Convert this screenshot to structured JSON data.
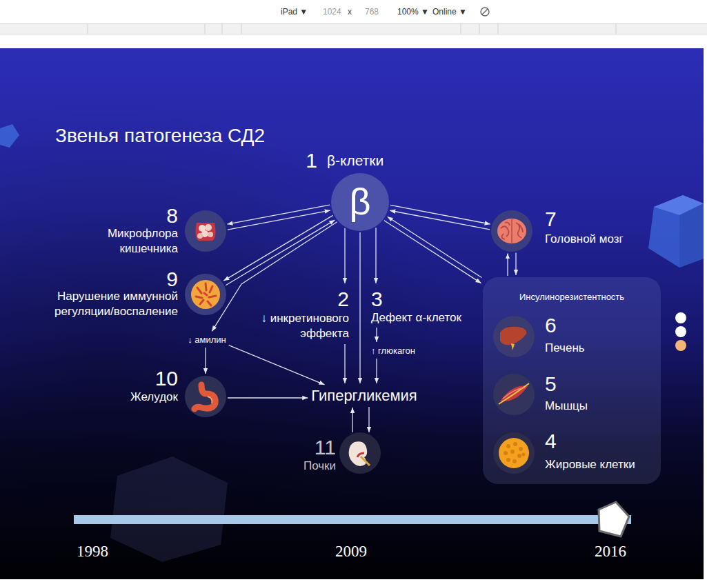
{
  "diagram": {
    "title": "Звенья патогенеза СД2",
    "nodes": [
      {
        "text": [
          "1",
          "β-клетки",
          "β"
        ]
      },
      {
        "text": [
          "8",
          "Микрофлора кишечника"
        ]
      },
      {
        "text": [
          "7",
          "Головной мозг"
        ]
      },
      {
        "text": [
          "9",
          "Нарушение иммунной регуляции/воспаление"
        ]
      },
      {
        "text": [
          "2",
          "↓ инкретинового эффекта"
        ]
      },
      {
        "text": [
          "3",
          "Дефект α-клеток"
        ]
      },
      {
        "text": [
          "Инсулинорезистентность"
        ]
      },
      {
        "text": [
          "6",
          "Печень"
        ],
        "in": 6
      },
      {
        "text": [
          "5",
          "Мышцы"
        ],
        "in": 6
      },
      {
        "text": [
          "4",
          "Жировые клетки"
        ],
        "in": 6
      },
      {
        "text": [
          "↓ амилин"
        ]
      },
      {
        "text": [
          "↑ глюкагон"
        ]
      },
      {
        "text": [
          "10",
          "Желудок"
        ]
      },
      {
        "text": [
          "Гипергликемия"
        ]
      },
      {
        "text": [
          "11",
          "Почки"
        ]
      }
    ],
    "edges": [
      {
        "from": 0,
        "to": 1,
        "arrow": "to"
      },
      {
        "from": 1,
        "to": 0,
        "arrow": "to"
      },
      {
        "from": 0,
        "to": 2,
        "arrow": "to"
      },
      {
        "from": 2,
        "to": 0,
        "arrow": "to"
      },
      {
        "from": 0,
        "to": 3,
        "arrow": "to"
      },
      {
        "from": 3,
        "to": 0,
        "arrow": "to"
      },
      {
        "from": 0,
        "to": 10,
        "arrow": "to"
      },
      {
        "from": 0,
        "to": 4,
        "arrow": "to"
      },
      {
        "from": 0,
        "to": 13,
        "arrow": "to"
      },
      {
        "from": 0,
        "to": 5,
        "arrow": "to"
      },
      {
        "from": 0,
        "to": 6,
        "arrow": "to"
      },
      {
        "from": 6,
        "to": 0,
        "arrow": "to"
      },
      {
        "from": 2,
        "to": 6,
        "arrow": "to"
      },
      {
        "from": 6,
        "to": 2,
        "arrow": "to"
      },
      {
        "from": 10,
        "to": 12,
        "arrow": "to"
      },
      {
        "from": 10,
        "to": 13,
        "arrow": "to"
      },
      {
        "from": 4,
        "to": 13,
        "arrow": "to"
      },
      {
        "from": 5,
        "to": 11,
        "arrow": "to"
      },
      {
        "from": 11,
        "to": 13,
        "arrow": "to"
      },
      {
        "from": 12,
        "to": 13,
        "arrow": "to"
      },
      {
        "from": 13,
        "to": 14,
        "arrow": "to"
      },
      {
        "from": 14,
        "to": 13,
        "arrow": "to"
      }
    ],
    "labels": [
      "iPad ▼",
      "1024",
      "x",
      "768",
      "100% ▼",
      "Online ▼",
      "1998",
      "2009",
      "2016"
    ]
  }
}
